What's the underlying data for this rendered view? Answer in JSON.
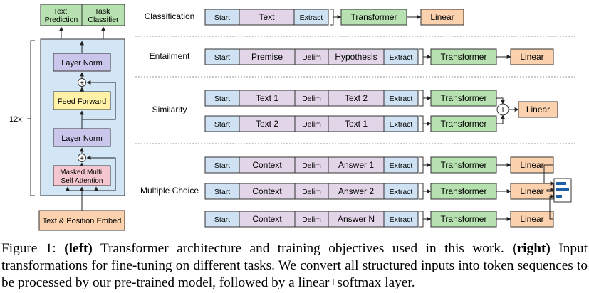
{
  "figure": {
    "left": {
      "out_text_prediction": [
        "Text",
        "Prediction"
      ],
      "out_task_classifier": [
        "Task",
        "Classifier"
      ],
      "layer_norm_top": "Layer Norm",
      "feed_forward": "Feed Forward",
      "layer_norm_bottom": "Layer Norm",
      "masked_attention": [
        "Masked Multi",
        "Self Attention"
      ],
      "embed": "Text & Position Embed",
      "repeat": "12x",
      "add_symbol": "+"
    },
    "tasks": [
      {
        "name": "Classification",
        "rows": [
          {
            "tokens": [
              "Start",
              "Text",
              "Extract"
            ],
            "transformer": "Transformer",
            "linear": "Linear"
          }
        ]
      },
      {
        "name": "Entailment",
        "rows": [
          {
            "tokens": [
              "Start",
              "Premise",
              "Delim",
              "Hypothesis",
              "Extract"
            ],
            "transformer": "Transformer",
            "linear": "Linear"
          }
        ]
      },
      {
        "name": "Similarity",
        "rows": [
          {
            "tokens": [
              "Start",
              "Text 1",
              "Delim",
              "Text 2",
              "Extract"
            ],
            "transformer": "Transformer"
          },
          {
            "tokens": [
              "Start",
              "Text 2",
              "Delim",
              "Text 1",
              "Extract"
            ],
            "transformer": "Transformer"
          }
        ],
        "add_symbol": "+",
        "linear": "Linear"
      },
      {
        "name": "Multiple Choice",
        "rows": [
          {
            "tokens": [
              "Start",
              "Context",
              "Delim",
              "Answer 1",
              "Extract"
            ],
            "transformer": "Transformer",
            "linear": "Linear"
          },
          {
            "tokens": [
              "Start",
              "Context",
              "Delim",
              "Answer 2",
              "Extract"
            ],
            "transformer": "Transformer",
            "linear": "Linear"
          },
          {
            "tokens": [
              "Start",
              "Context",
              "Delim",
              "Answer N",
              "Extract"
            ],
            "transformer": "Transformer",
            "linear": "Linear"
          }
        ]
      }
    ],
    "colors": {
      "token_start": "#cfe2f3",
      "token_content": "#e1d5e7",
      "transformer": "#b7e1b0",
      "linear": "#fbd1ae",
      "layer_norm": "#c9c5eb",
      "feed_forward": "#fff2a8",
      "attention": "#f4c7d0",
      "embed": "#fbd1ae",
      "block_bg": "#d3e6f5",
      "output": "#b7e1b0",
      "softmax_bar": "#1f5fa8"
    }
  },
  "caption": {
    "label": "Figure 1:",
    "left_bold": "(left)",
    "text_a": "Transformer architecture and training objectives used in this work.",
    "right_bold": "(right)",
    "text_b": "Input transformations for fine-tuning on different tasks. We convert all structured inputs into token sequences to be processed by our pre-trained model, followed by a linear+softmax layer."
  }
}
